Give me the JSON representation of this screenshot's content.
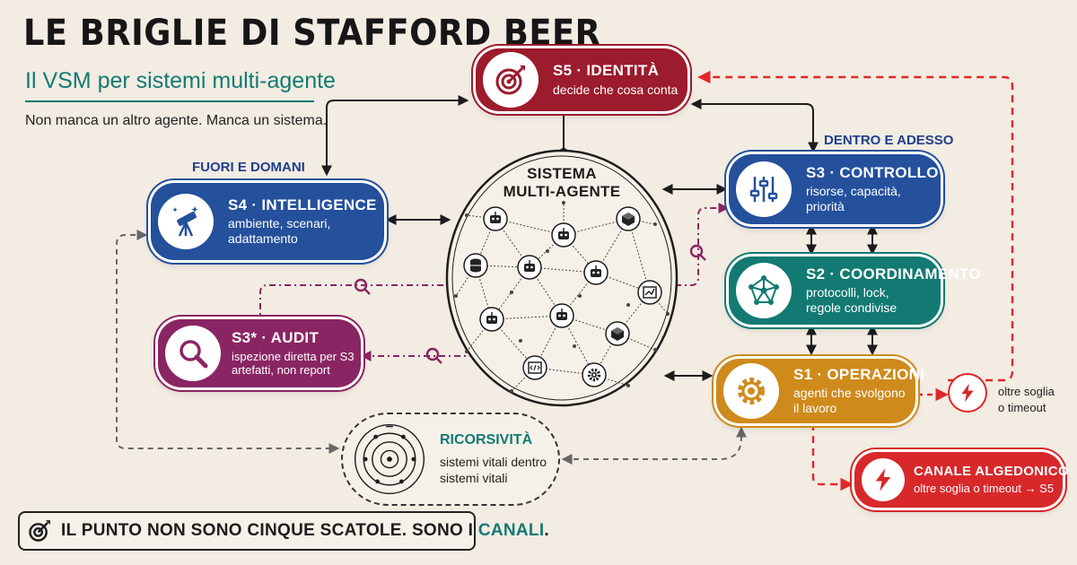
{
  "header": {
    "title": "LE BRIGLIE DI STAFFORD BEER",
    "subtitle": "Il VSM per sistemi multi-agente",
    "tagline": "Non manca un altro agente. Manca un sistema."
  },
  "labels": {
    "outside": "FUORI E DOMANI",
    "inside": "DENTRO E ADESSO"
  },
  "center": {
    "title_line1": "SISTEMA",
    "title_line2": "MULTI-AGENTE"
  },
  "blocks": {
    "s5": {
      "title": "S5 · IDENTITÀ",
      "desc_line1": "decide che cosa conta",
      "color": "#9c1b2c",
      "icon": "target-icon"
    },
    "s4": {
      "title": "S4 · INTELLIGENCE",
      "desc_line1": "ambiente, scenari,",
      "desc_line2": "adattamento",
      "color": "#24509c",
      "icon": "telescope-icon"
    },
    "s3": {
      "title": "S3 · CONTROLLO",
      "desc_line1": "risorse, capacità,",
      "desc_line2": "priorità",
      "color": "#24509c",
      "icon": "sliders-icon"
    },
    "s3star": {
      "title": "S3* · AUDIT",
      "desc_line1": "ispezione diretta per S3",
      "desc_line2": "artefatti, non report",
      "color": "#8a2563",
      "icon": "magnifier-icon"
    },
    "s2": {
      "title": "S2 · COORDINAMENTO",
      "desc_line1": "protocolli, lock,",
      "desc_line2": "regole condivise",
      "color": "#127a73",
      "icon": "network-icon"
    },
    "s1": {
      "title": "S1 · OPERAZIONI",
      "desc_line1": "agenti che svolgono",
      "desc_line2": "il lavoro",
      "color": "#cf8a1c",
      "icon": "gear-icon"
    },
    "algedonic": {
      "title": "CANALE ALGEDONICO",
      "desc_line1": "oltre soglia o timeout → S5",
      "color": "#d8282a",
      "icon": "lightning-icon"
    }
  },
  "trigger": {
    "line1": "oltre soglia",
    "line2": "o timeout",
    "icon": "lightning-icon"
  },
  "recursion": {
    "title": "RICORSIVITÀ",
    "desc_line1": "sistemi vitali dentro",
    "desc_line2": "sistemi vitali",
    "icon": "nested-circles-icon"
  },
  "banner": {
    "text_main": "IL PUNTO NON SONO CINQUE SCATOLE. SONO I ",
    "text_highlight": "CANALI",
    "text_end": ".",
    "icon": "target-icon"
  },
  "colors": {
    "background": "#f2ece2",
    "teal": "#127a73",
    "algedonic_line": "#e0282a",
    "audit_line": "#8a2563"
  }
}
